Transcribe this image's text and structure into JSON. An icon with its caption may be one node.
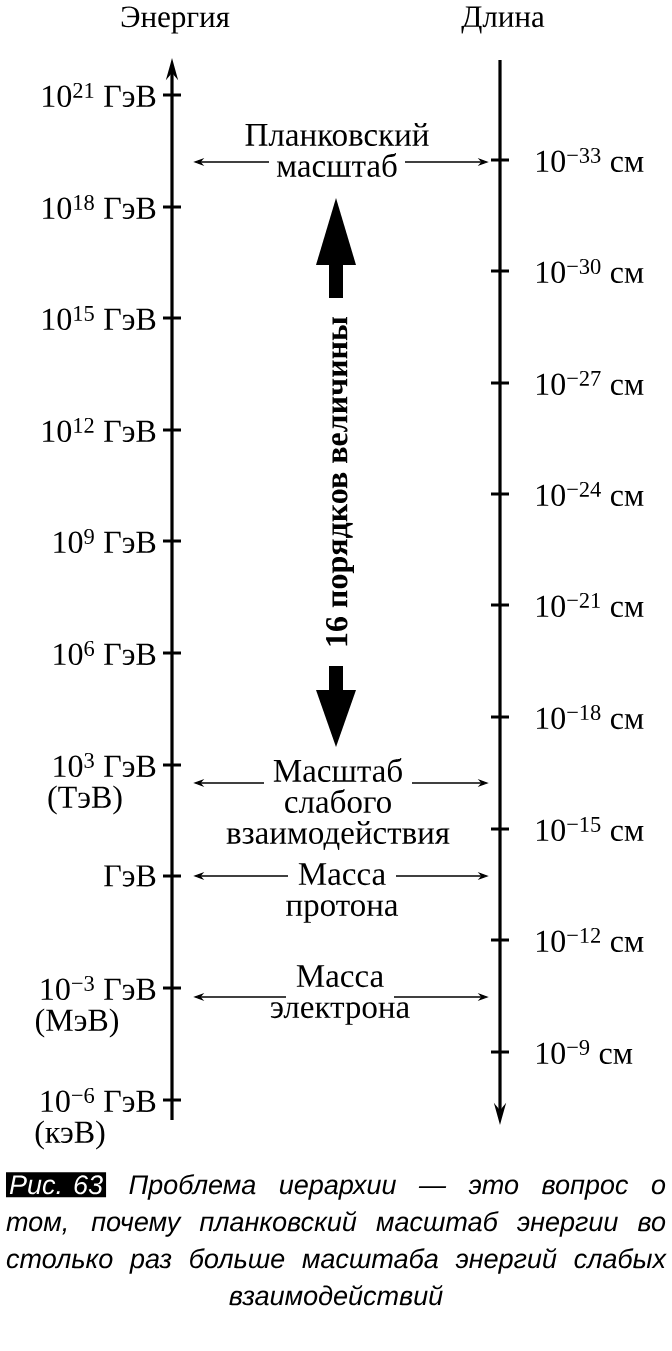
{
  "diagram": {
    "caption": "Проблема иерархии — это вопрос о том, почему планковский масштаб энергии во столько раз больше масштаба энергий слабых взаимодействий",
    "nodes": [
      {
        "text": [
          "Энергия"
        ]
      },
      {
        "text": [
          "Длина"
        ]
      },
      {
        "text": [
          "Планковский масштаб"
        ]
      },
      {
        "text": [
          "Масштаб слабого взаимодействия"
        ]
      },
      {
        "text": [
          "Масса протона"
        ]
      },
      {
        "text": [
          "Масса электрона"
        ]
      }
    ],
    "edges": [
      {
        "from": 2,
        "to": 0,
        "arrow": "to"
      },
      {
        "from": 2,
        "to": 1,
        "arrow": "to"
      },
      {
        "from": 3,
        "to": 0,
        "arrow": "to"
      },
      {
        "from": 3,
        "to": 1,
        "arrow": "to"
      },
      {
        "from": 4,
        "to": 0,
        "arrow": "to"
      },
      {
        "from": 4,
        "to": 1,
        "arrow": "to"
      },
      {
        "from": 5,
        "to": 0,
        "arrow": "to"
      },
      {
        "from": 5,
        "to": 1,
        "arrow": "to"
      }
    ],
    "labels": [
      "10$^{21}$ ГэВ",
      "10$^{18}$ ГэВ",
      "10$^{15}$ ГэВ",
      "10$^{12}$ ГэВ",
      "10$^{9}$ ГэВ",
      "10$^{6}$ ГэВ",
      "10$^{3}$ ГэВ",
      "(ТэВ)",
      "ГэВ",
      "10$^{−3}$ ГэВ",
      "(МэВ)",
      "10$^{−6}$ ГэВ",
      "(кэВ)",
      "10$^{−33}$ см",
      "10$^{−30}$ см",
      "10$^{−27}$ см",
      "10$^{−24}$ см",
      "10$^{−21}$ см",
      "10$^{−18}$ см",
      "10$^{−15}$ см",
      "10$^{−12}$ см",
      "10$^{−9}$ см",
      "16 порядков величины",
      "Рис. 63"
    ]
  }
}
